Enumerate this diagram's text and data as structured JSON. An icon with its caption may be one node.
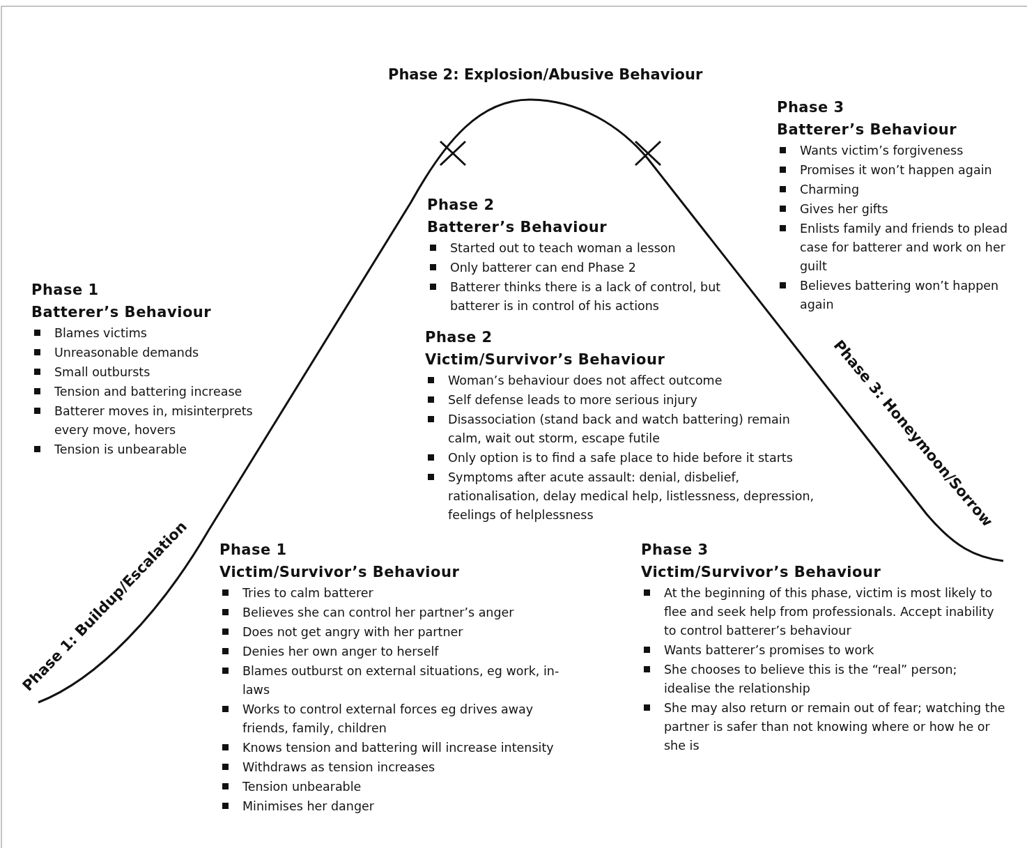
{
  "diagram": {
    "labels": [
      "Phase 2: Explosion/Abusive Behaviour",
      "Phase 3",
      "Batterer’s Behaviour",
      "Wants victim’s forgiveness",
      "Promises it won’t happen again",
      "Charming",
      "Gives her gifts",
      "Enlists family and friends to plead case for batterer and work on her guilt",
      "Believes battering won’t happen again",
      "Phase 2",
      "Batterer’s Behaviour",
      "Started out to teach woman a lesson",
      "Only batterer can end Phase 2",
      "Batterer thinks there is a lack of control, but batterer is in control of his actions",
      "Phase 1",
      "Batterer’s Behaviour",
      "Blames victims",
      "Unreasonable demands",
      "Small outbursts",
      "Tension and battering increase",
      "Batterer moves in, misinterprets every move, hovers",
      "Tension is unbearable",
      "Phase 2",
      "Victim/Survivor’s Behaviour",
      "Woman’s behaviour does not affect outcome",
      "Self defense leads to more serious injury",
      "Disassociation (stand back and watch battering) remain calm, wait out storm, escape futile",
      "Only option is to find a safe place to hide before it starts",
      "Symptoms after acute assault: denial, disbelief, rationalisation, delay medical help, listlessness, depression, feelings of helplessness",
      "Phase 3: Honeymoon/Sorrow",
      "Phase 1: Buildup/Escalation",
      "Phase 1",
      "Victim/Survivor’s Behaviour",
      "Tries to calm batterer",
      "Believes she can control her partner’s anger",
      "Does not get angry with her partner",
      "Denies her own anger to herself",
      "Blames outburst on external situations, eg work, in-laws",
      "Works to control external forces eg drives away friends, family, children",
      "Knows tension and battering will increase intensity",
      "Withdraws as tension increases",
      "Tension unbearable",
      "Minimises her danger",
      "Phase 3",
      "Victim/Survivor’s Behaviour",
      "At the beginning of this phase, victim is most likely to flee and seek help from professionals. Accept inability to control batterer’s behaviour",
      "Wants batterer’s promises to work",
      "She chooses to believe this is the “real” person; idealise the relationship",
      "She may also return or remain out of fear; watching the partner is safer than not knowing where or how he or she is"
    ]
  }
}
